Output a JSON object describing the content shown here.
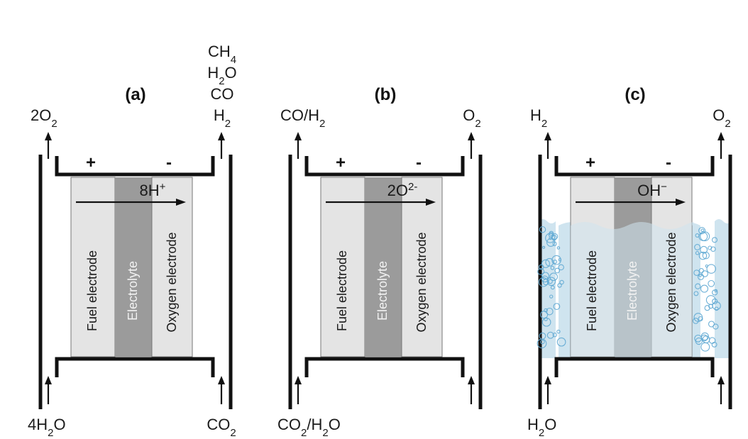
{
  "colors": {
    "fuel_electrode": "#e4e4e4",
    "electrolyte": "#9b9b9b",
    "oxygen_electrode": "#e4e4e4",
    "water": "#cfe4ef",
    "lines": "#111111"
  },
  "panels": [
    {
      "title": "(a)",
      "left_top": [
        {
          "t": "2O"
        },
        {
          "t": "2",
          "sub": true
        }
      ],
      "right_top_stack": [
        [
          {
            "t": "CH"
          },
          {
            "t": "4",
            "sub": true
          }
        ],
        [
          {
            "t": "H"
          },
          {
            "t": "2",
            "sub": true
          },
          {
            "t": "O"
          }
        ],
        [
          {
            "t": "CO"
          }
        ],
        [
          {
            "t": "H"
          },
          {
            "t": "2",
            "sub": true
          }
        ]
      ],
      "left_bottom": [
        {
          "t": "4H"
        },
        {
          "t": "2",
          "sub": true
        },
        {
          "t": "O"
        }
      ],
      "right_bottom": [
        {
          "t": "CO"
        },
        {
          "t": "2",
          "sub": true
        }
      ],
      "ion": [
        {
          "t": "8H"
        },
        {
          "t": "+",
          "sup": true
        }
      ],
      "plus": "+",
      "minus": "-",
      "fuel_label": "Fuel electrode",
      "electrolyte_label": "Electrolyte",
      "oxygen_label": "Oxygen electrode",
      "liquid": false
    },
    {
      "title": "(b)",
      "left_top": [
        {
          "t": "CO/H"
        },
        {
          "t": "2",
          "sub": true
        }
      ],
      "right_top_stack": [
        [
          {
            "t": "O"
          },
          {
            "t": "2",
            "sub": true
          }
        ]
      ],
      "left_bottom": [
        {
          "t": "CO"
        },
        {
          "t": "2",
          "sub": true
        },
        {
          "t": "/H"
        },
        {
          "t": "2",
          "sub": true
        },
        {
          "t": "O"
        }
      ],
      "right_bottom": [],
      "ion": [
        {
          "t": "2O"
        },
        {
          "t": "2-",
          "sup": true
        }
      ],
      "plus": "+",
      "minus": "-",
      "fuel_label": "Fuel electrode",
      "electrolyte_label": "Electrolyte",
      "oxygen_label": "Oxygen electrode",
      "liquid": false
    },
    {
      "title": "(c)",
      "left_top": [
        {
          "t": "H"
        },
        {
          "t": "2",
          "sub": true
        }
      ],
      "right_top_stack": [
        [
          {
            "t": "O"
          },
          {
            "t": "2",
            "sub": true
          }
        ]
      ],
      "left_bottom": [
        {
          "t": "H"
        },
        {
          "t": "2",
          "sub": true
        },
        {
          "t": "O"
        }
      ],
      "right_bottom": [],
      "ion": [
        {
          "t": "OH"
        },
        {
          "t": "−",
          "sup": true
        }
      ],
      "plus": "+",
      "minus": "-",
      "fuel_label": "Fuel electrode",
      "electrolyte_label": "Electrolyte",
      "oxygen_label": "Oxygen electrode",
      "liquid": true
    }
  ]
}
